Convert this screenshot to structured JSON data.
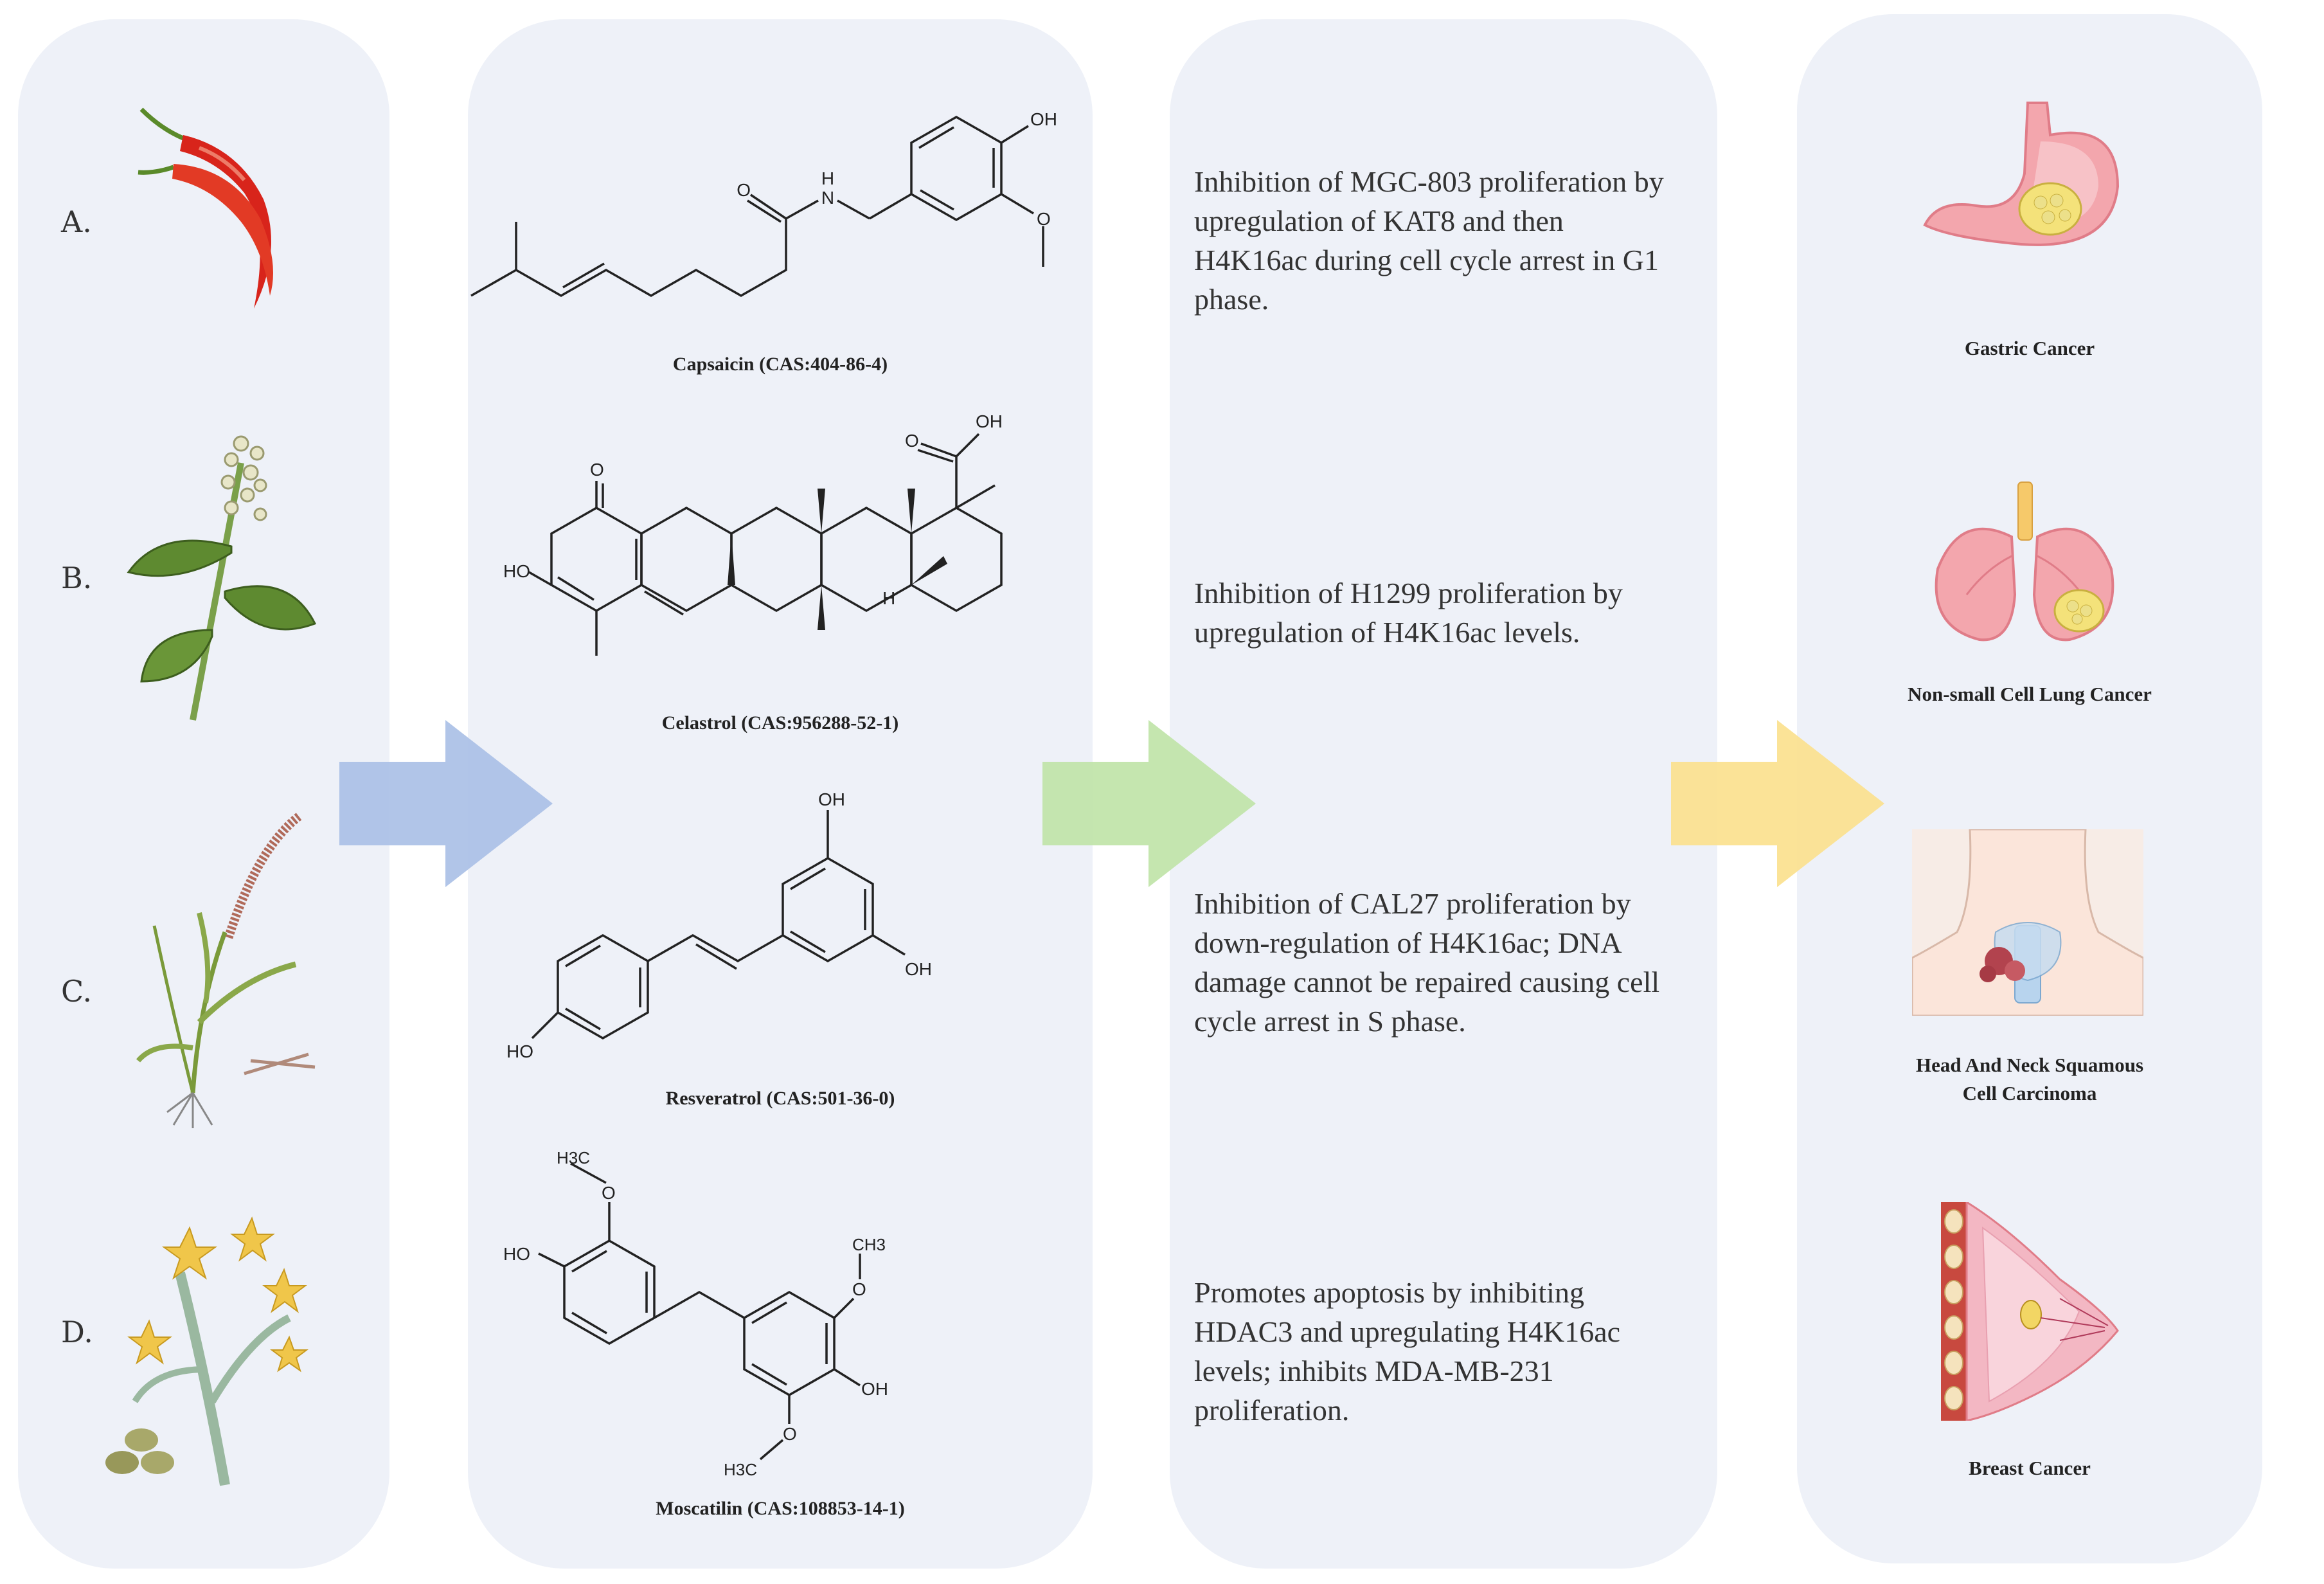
{
  "sources": [
    {
      "letter": "A.",
      "icon": "chili-pepper-icon"
    },
    {
      "letter": "B.",
      "icon": "celastrus-plant-icon"
    },
    {
      "letter": "C.",
      "icon": "grass-plant-icon"
    },
    {
      "letter": "D.",
      "icon": "dendrobium-flower-icon"
    }
  ],
  "compounds": [
    {
      "label": "Capsaicin (CAS:404-86-4)",
      "atoms": [
        "OH",
        "O",
        "N",
        "H",
        "O"
      ]
    },
    {
      "label": "Celastrol (CAS:956288-52-1)",
      "atoms": [
        "O",
        "OH",
        "O",
        "HO",
        "H"
      ]
    },
    {
      "label": "Resveratrol (CAS:501-36-0)",
      "atoms": [
        "OH",
        "OH",
        "HO"
      ]
    },
    {
      "label": "Moscatilin (CAS:108853-14-1)",
      "atoms": [
        "H3C",
        "O",
        "HO",
        "CH3",
        "O",
        "OH",
        "O",
        "H3C"
      ]
    }
  ],
  "effects": [
    "Inhibition of MGC-803 proliferation by upregulation of KAT8 and then H4K16ac during cell cycle arrest in G1 phase.",
    "Inhibition of H1299 proliferation by upregulation of H4K16ac levels.",
    "Inhibition of CAL27 proliferation by down-regulation of H4K16ac; DNA damage cannot be repaired causing cell cycle arrest in S phase.",
    "Promotes apoptosis by inhibiting HDAC3 and upregulating H4K16ac levels; inhibits MDA-MB-231 proliferation."
  ],
  "cancers": [
    {
      "label": "Gastric Cancer",
      "icon": "stomach-icon"
    },
    {
      "label": "Non-small Cell Lung Cancer",
      "icon": "lungs-icon"
    },
    {
      "label": "Head And Neck Squamous\nCell Carcinoma",
      "icon": "neck-icon"
    },
    {
      "label": "Breast Cancer",
      "icon": "breast-icon"
    }
  ],
  "colors": {
    "panel": "#eef1f8",
    "arrow_blue": "#a9bfe6",
    "arrow_green": "#bfe3a6",
    "arrow_yellow": "#fbe08c"
  }
}
